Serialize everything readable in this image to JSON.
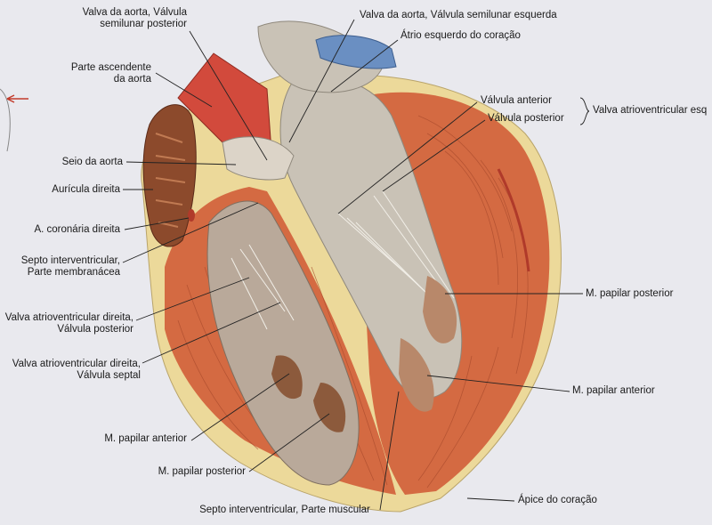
{
  "labels": {
    "valva_aorta_semilunar_posterior": "Valva da aorta, Válvula\nsemilunar posterior",
    "parte_ascendente_aorta": "Parte ascendente\nda aorta",
    "seio_aorta": "Seio da aorta",
    "auricula_direita": "Aurícula direita",
    "coronaria_direita": "A. coronária direita",
    "septo_membranaceo": "Septo interventricular,\nParte membranácea",
    "valva_av_direita_posterior": "Valva atrioventricular direita,\nVálvula posterior",
    "valva_av_direita_septal": "Valva atrioventricular direita,\nVálvula septal",
    "papilar_anterior_direito": "M. papilar anterior",
    "papilar_posterior_direito": "M. papilar posterior",
    "septo_muscular": "Septo interventricular, Parte muscular",
    "valva_aorta_semilunar_esquerda": "Valva da aorta, Válvula semilunar esquerda",
    "atrio_esquerdo": "Átrio esquerdo do coração",
    "valvula_anterior": "Válvula anterior",
    "valvula_posterior": "Válvula posterior",
    "valva_av_esquerda": "Valva atrioventricular esq",
    "papilar_posterior_esquerdo": "M. papilar posterior",
    "papilar_anterior_esquerdo": "M. papilar anterior",
    "apice": "Ápice do coração"
  },
  "colors": {
    "background": "#e9e9ee",
    "myocardium": "#d46a42",
    "myocardium_dark": "#a94a2c",
    "fat": "#ecd99a",
    "endocardium": "#c9c2b6",
    "aorta": "#d24a3c",
    "vein": "#6a8fc2",
    "leader_line": "#222222"
  }
}
